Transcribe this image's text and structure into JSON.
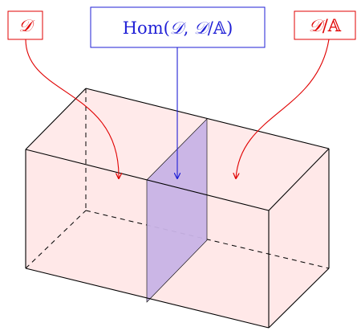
{
  "labels": {
    "left": {
      "main": "𝒟"
    },
    "middle": {
      "prefix": "Hom(",
      "d1": "𝒟",
      "comma": ", ",
      "d2": "𝒟",
      "slash": "/",
      "a": "𝔸",
      "close": ")"
    },
    "right": {
      "d": "𝒟",
      "slash": "/",
      "a": "𝔸"
    }
  },
  "colors": {
    "red": "#e00000",
    "blue": "#1f1fd6",
    "face_fill": "#ffe6e6",
    "divider_fill": "#c8b3e6",
    "edge": "#000000"
  }
}
